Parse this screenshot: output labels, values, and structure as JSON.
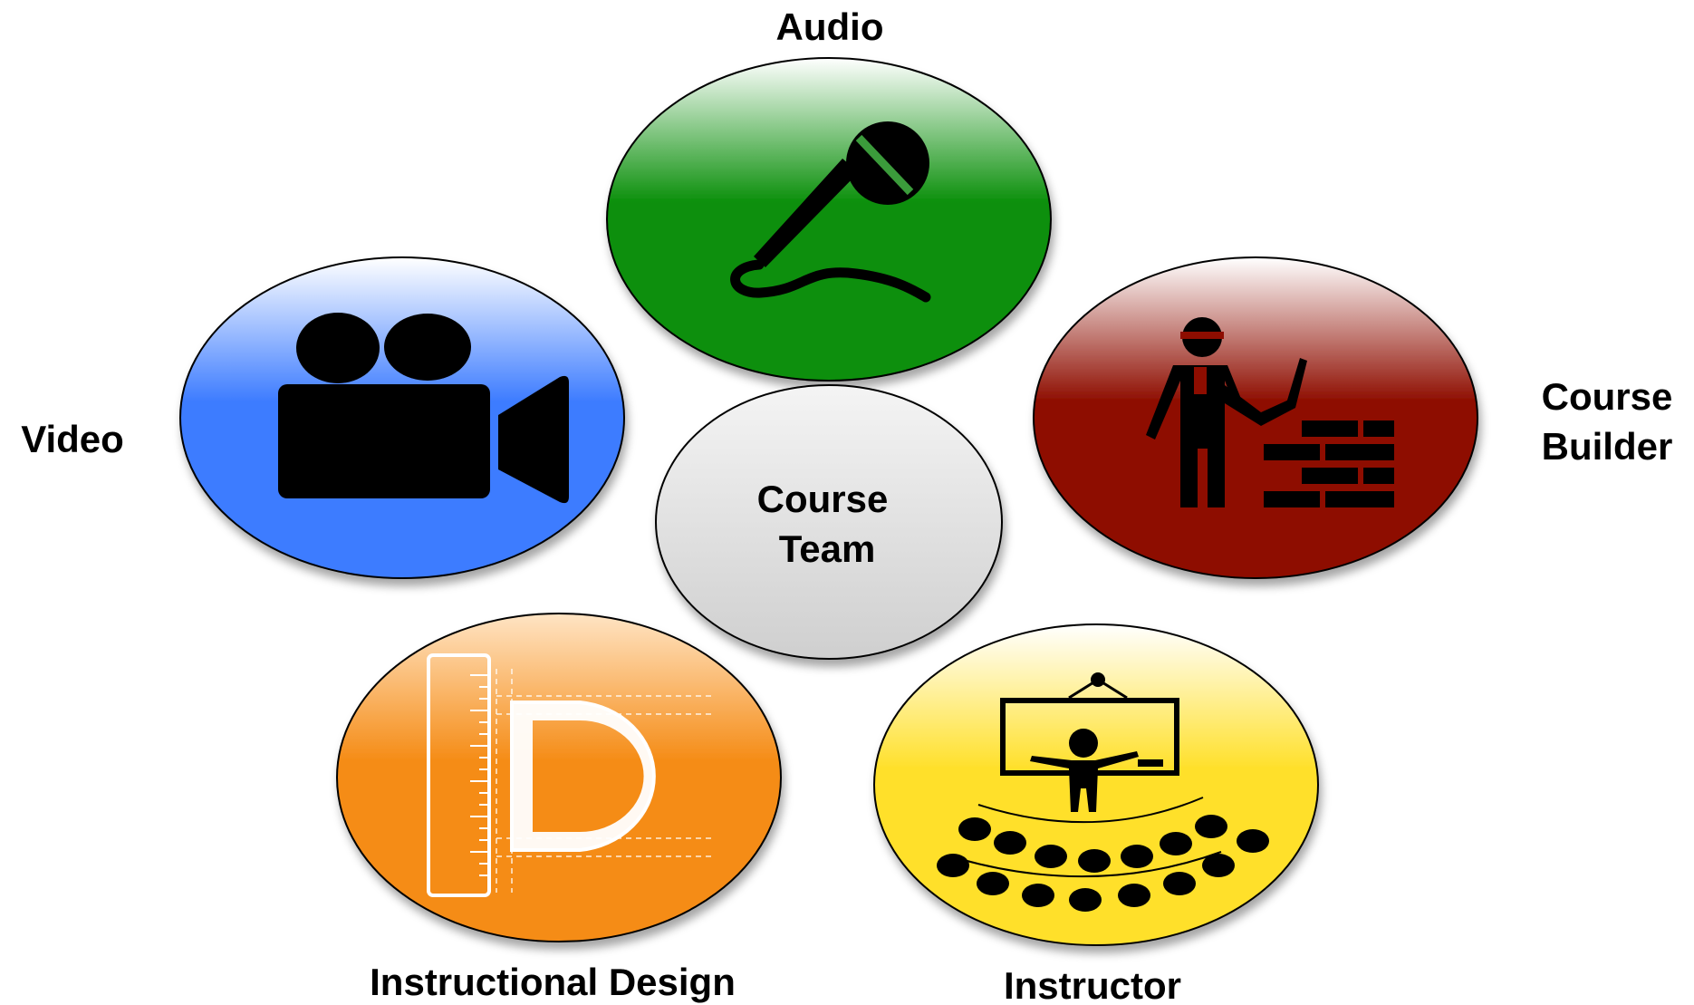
{
  "diagram": {
    "center": {
      "line1": "Course",
      "line2": "Team"
    },
    "roles": {
      "audio": {
        "label": "Audio",
        "icon": "microphone-icon",
        "color": "#0a8f0a"
      },
      "video": {
        "label": "Video",
        "icon": "video-camera-icon",
        "color": "#3d7cff"
      },
      "course_builder": {
        "line1": "Course",
        "line2": "Builder",
        "icon": "construction-worker-icon",
        "color": "#8e0d00"
      },
      "instructional_design": {
        "label": "Instructional Design",
        "icon": "ruler-letter-d-icon",
        "color": "#f58c16"
      },
      "instructor": {
        "label": "Instructor",
        "icon": "lecture-audience-icon",
        "color": "#ffe02a"
      }
    }
  }
}
